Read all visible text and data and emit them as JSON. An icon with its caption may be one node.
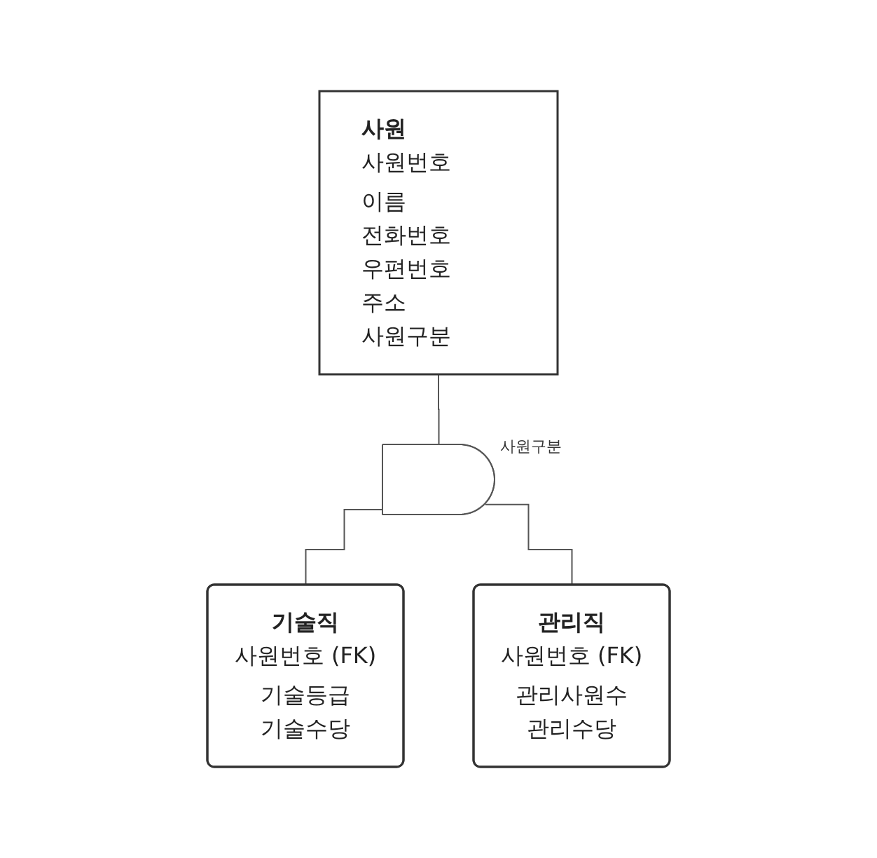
{
  "diagram": {
    "nodes": [
      {
        "text": [
          "사원",
          "사원번호",
          "이름",
          "전화번호",
          "우편번호",
          "주소",
          "사원구분"
        ]
      },
      {
        "text": [],
        "shape": "semicircle",
        "beside": [
          "사원구분"
        ]
      },
      {
        "text": [
          "기술직",
          "사원번호 (FK)",
          "기술등급",
          "기술수당"
        ]
      },
      {
        "text": [
          "관리직",
          "사원번호 (FK)",
          "관리사원수",
          "관리수당"
        ]
      }
    ],
    "edges": [
      {
        "from": 0,
        "to": 1,
        "arrow": "none"
      },
      {
        "from": 1,
        "to": 2,
        "arrow": "none"
      },
      {
        "from": 1,
        "to": 3,
        "arrow": "none"
      }
    ]
  }
}
